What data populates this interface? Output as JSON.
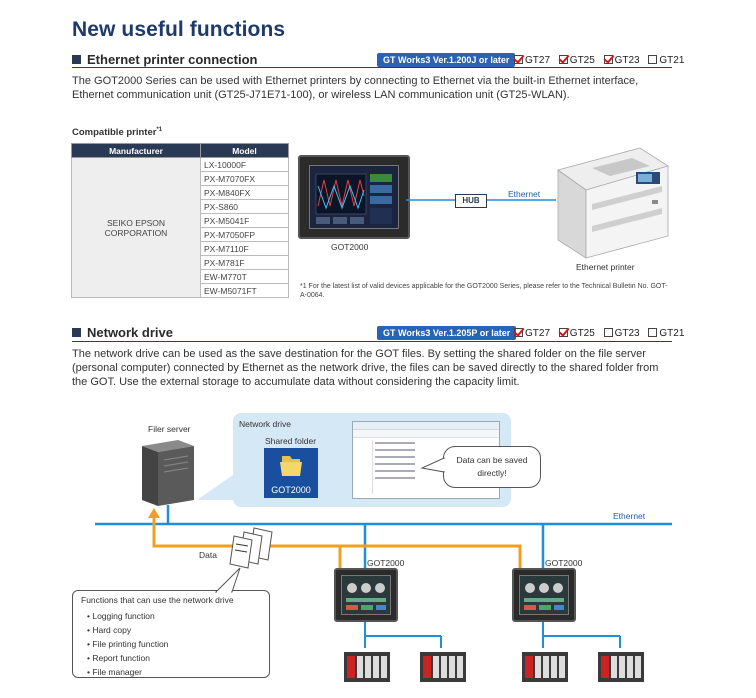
{
  "heading": "New useful functions",
  "section1": {
    "title": "Ethernet printer connection",
    "version_badge": "GT Works3 Ver.1.200J or later",
    "models": [
      {
        "name": "GT27",
        "checked": true
      },
      {
        "name": "GT25",
        "checked": true
      },
      {
        "name": "GT23",
        "checked": true
      },
      {
        "name": "GT21",
        "checked": false
      }
    ],
    "description": "The GOT2000 Series can be used with Ethernet printers by connecting to Ethernet via the built-in Ethernet interface, Ethernet communication unit (GT25-J71E71-100), or wireless LAN communication unit (GT25-WLAN).",
    "table_caption": "Compatible printer",
    "table_caption_sup": "*1",
    "table_headers": [
      "Manufacturer",
      "Model"
    ],
    "manufacturer": "SEIKO EPSON CORPORATION",
    "printer_models": [
      "LX-10000F",
      "PX-M7070FX",
      "PX-M840FX",
      "PX-S860",
      "PX-M5041F",
      "PX-M7050FP",
      "PX-M7110F",
      "PX-M781F",
      "EW-M770T",
      "EW-M5071FT"
    ],
    "got_label": "GOT2000",
    "hub_label": "HUB",
    "ethernet_label": "Ethernet",
    "printer_label": "Ethernet printer",
    "footnote": "*1 For the latest list of valid devices applicable for the GOT2000 Series, please refer to the Technical Bulletin No. GOT-A-0064."
  },
  "section2": {
    "title": "Network drive",
    "version_badge": "GT Works3 Ver.1.205P or later",
    "models": [
      {
        "name": "GT27",
        "checked": true
      },
      {
        "name": "GT25",
        "checked": true
      },
      {
        "name": "GT23",
        "checked": false
      },
      {
        "name": "GT21",
        "checked": false
      }
    ],
    "description": "The network drive can be used as the save destination for the GOT files. By setting the shared folder on the file server (personal computer) connected by Ethernet as the network drive, the files can be saved directly to the shared folder from the GOT. Use the external storage to accumulate data without considering the capacity limit.",
    "file_server_label": "Filer server",
    "network_drive_label": "Network drive",
    "shared_folder_label": "Shared folder",
    "folder_name": "GOT2000",
    "callout": "Data can be saved directly!",
    "ethernet_label": "Ethernet",
    "data_label": "Data",
    "got_labels": [
      "GOT2000",
      "GOT2000"
    ],
    "functions_title": "Functions that can use the network drive",
    "functions": [
      "Logging function",
      "Hard copy",
      "File printing function",
      "Report function",
      "File manager"
    ]
  },
  "colors": {
    "heading": "#1e3a6b",
    "badge": "#2a63b5",
    "ethernet_line": "#1f8fd8",
    "data_line": "#f0a020",
    "table_header": "#2a3a55",
    "check": "#d01818"
  }
}
